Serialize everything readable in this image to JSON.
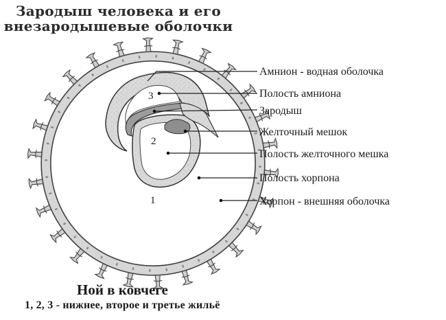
{
  "title": {
    "line1": "Зародыш человека и его",
    "line2": "внезародышевые оболочки"
  },
  "labels": [
    "Амнион -  водная оболочка",
    "Полость амниона",
    "Зародыш",
    "Желточный мешок",
    "Полость желточного мешка",
    "Полость хорпона",
    "Хорпон - внешняя оболочка"
  ],
  "numbers": [
    "1",
    "2",
    "3"
  ],
  "caption": {
    "main": "Ной в ковчеге",
    "sub": "1, 2, 3 - нижнее, второе и третье жильё"
  }
}
